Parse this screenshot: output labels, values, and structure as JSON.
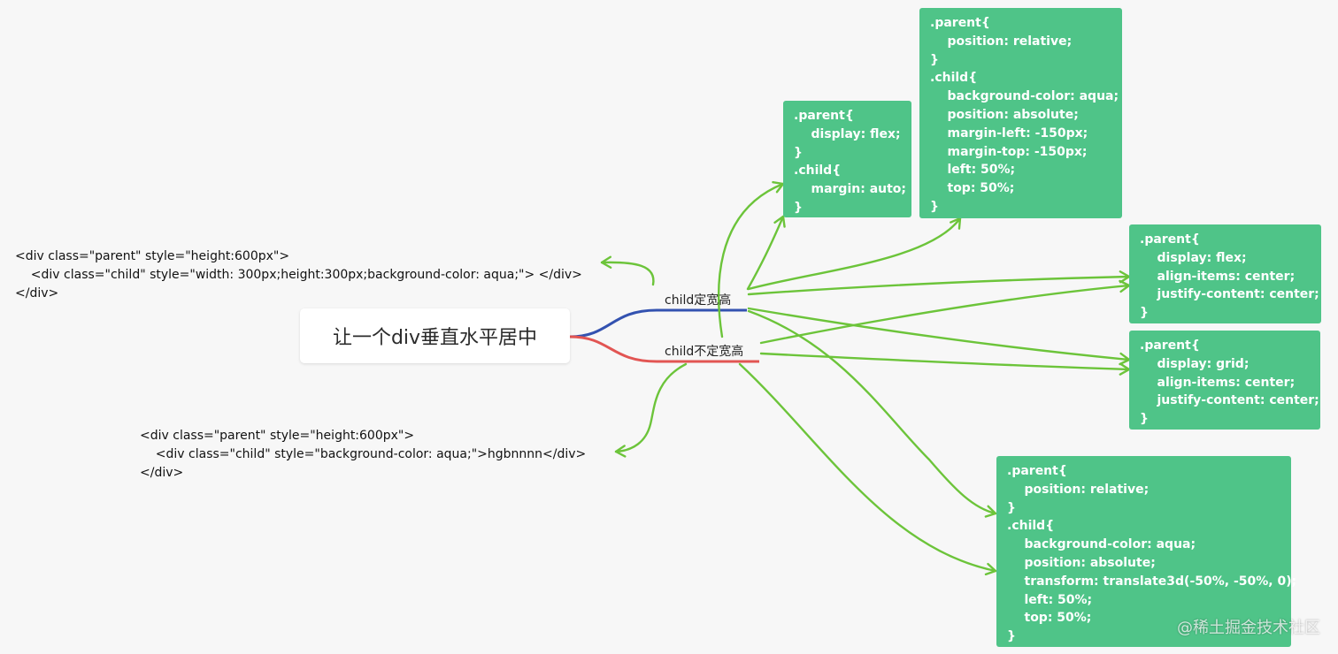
{
  "mindmap": {
    "root": "让一个div垂直水平居中",
    "branches": [
      {
        "label": "child定宽高",
        "color": "#3352b0"
      },
      {
        "label": "child不定宽高",
        "color": "#e25553"
      }
    ]
  },
  "html_examples": {
    "fixed": [
      "<div class=\"parent\" style=\"height:600px\">",
      "    <div class=\"child\" style=\"width: 300px;height:300px;background-color: aqua;\"> </div>",
      "</div>"
    ],
    "auto": [
      "<div class=\"parent\" style=\"height:600px\">",
      "    <div class=\"child\" style=\"background-color: aqua;\">hgbnnnn</div>",
      "</div>"
    ]
  },
  "cards": [
    {
      "lines": [
        ".parent{",
        "    display: flex;",
        "}",
        ".child{",
        "    margin: auto;",
        "}"
      ]
    },
    {
      "lines": [
        ".parent{",
        "    position: relative;",
        "}",
        ".child{",
        "    background-color: aqua;",
        "    position: absolute;",
        "    margin-left: -150px;",
        "    margin-top: -150px;",
        "    left: 50%;",
        "    top: 50%;",
        "}"
      ]
    },
    {
      "lines": [
        ".parent{",
        "    display: flex;",
        "    align-items: center;",
        "    justify-content: center;",
        "}"
      ]
    },
    {
      "lines": [
        ".parent{",
        "    display: grid;",
        "    align-items: center;",
        "    justify-content: center;",
        "}"
      ]
    },
    {
      "lines": [
        ".parent{",
        "    position: relative;",
        "}",
        ".child{",
        "    background-color: aqua;",
        "    position: absolute;",
        "    transform: translate3d(-50%, -50%, 0);",
        "    left: 50%;",
        "    top: 50%;",
        "}"
      ]
    }
  ],
  "colors": {
    "card": "#4fc488",
    "arrow": "#6cc43a",
    "background": "#f7f7f7"
  },
  "watermark": "@稀土掘金技术社区"
}
